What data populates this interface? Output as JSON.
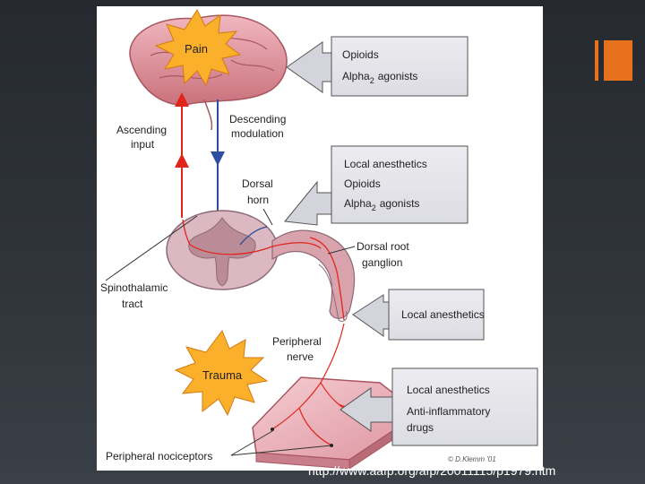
{
  "slide": {
    "source_url": "http://www.aafp.org/afp/20011115/p1979.htm",
    "colors": {
      "accent": "#e8711e",
      "background": "#2b2f34",
      "ascending_arrow": "#e0261b",
      "descending_arrow": "#2d4ea0",
      "label_box": "#e6e6ea"
    }
  },
  "diagram": {
    "pain_burst": "Pain",
    "trauma_burst": "Trauma",
    "labels": {
      "ascending_line1": "Ascending",
      "ascending_line2": "input",
      "descending_line1": "Descending",
      "descending_line2": "modulation",
      "dorsal_horn_line1": "Dorsal",
      "dorsal_horn_line2": "horn",
      "dorsal_root_line1": "Dorsal root",
      "dorsal_root_line2": "ganglion",
      "spinothalamic_line1": "Spinothalamic",
      "spinothalamic_line2": "tract",
      "peripheral_nerve_line1": "Peripheral",
      "peripheral_nerve_line2": "nerve",
      "peripheral_nociceptors": "Peripheral nociceptors",
      "signature": "© D.Klemm '01"
    },
    "boxes": {
      "brain": {
        "line1": "Opioids",
        "line2": "Alpha",
        "line2_sub": "2",
        "line2_tail": "agonists"
      },
      "dorsal": {
        "line1": "Local anesthetics",
        "line2": "Opioids",
        "line3": "Alpha",
        "line3_sub": "2",
        "line3_tail": "agonists"
      },
      "nerve": {
        "line1": "Local anesthetics"
      },
      "skin": {
        "line1": "Local anesthetics",
        "line2": "Anti-inflammatory",
        "line3": "drugs"
      }
    }
  }
}
